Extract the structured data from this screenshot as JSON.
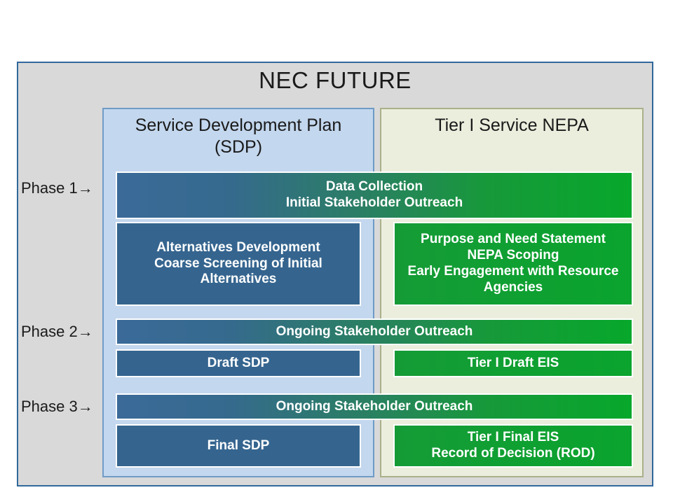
{
  "diagram": {
    "title": "NEC FUTURE",
    "columns": [
      {
        "id": "sdp",
        "header_line1": "Service Development Plan",
        "header_line2": "(SDP)"
      },
      {
        "id": "nepa",
        "header_line1": "Tier I Service NEPA",
        "header_line2": ""
      }
    ],
    "phases": [
      {
        "label": "Phase 1",
        "arrow": "→"
      },
      {
        "label": "Phase 2",
        "arrow": "→"
      },
      {
        "label": "Phase 3",
        "arrow": "→"
      }
    ],
    "boxes": {
      "data_collection": {
        "line1": "Data Collection",
        "line2": "Initial Stakeholder Outreach"
      },
      "alternatives": {
        "line1": "Alternatives Development",
        "line2": "Coarse Screening of Initial",
        "line3": "Alternatives"
      },
      "purpose_need": {
        "line1": "Purpose and Need Statement",
        "line2": "NEPA Scoping",
        "line3": "Early Engagement with Resource",
        "line4": "Agencies"
      },
      "ongoing_outreach_phase2": {
        "line1": "Ongoing Stakeholder Outreach"
      },
      "draft_sdp": {
        "line1": "Draft SDP"
      },
      "draft_eis": {
        "line1": "Tier I Draft EIS"
      },
      "ongoing_outreach_phase3": {
        "line1": "Ongoing Stakeholder Outreach"
      },
      "final_sdp": {
        "line1": "Final SDP"
      },
      "final_eis": {
        "line1": "Tier I Final EIS",
        "line2": "Record of Decision (ROD)"
      }
    },
    "colors": {
      "frame_border": "#31689c",
      "frame_fill": "#d9d9d9",
      "sdp_fill": "#c3d7ee",
      "nepa_fill": "#ebeedd",
      "blue_box": "#35658f",
      "green_box": "#0aa42e"
    }
  }
}
